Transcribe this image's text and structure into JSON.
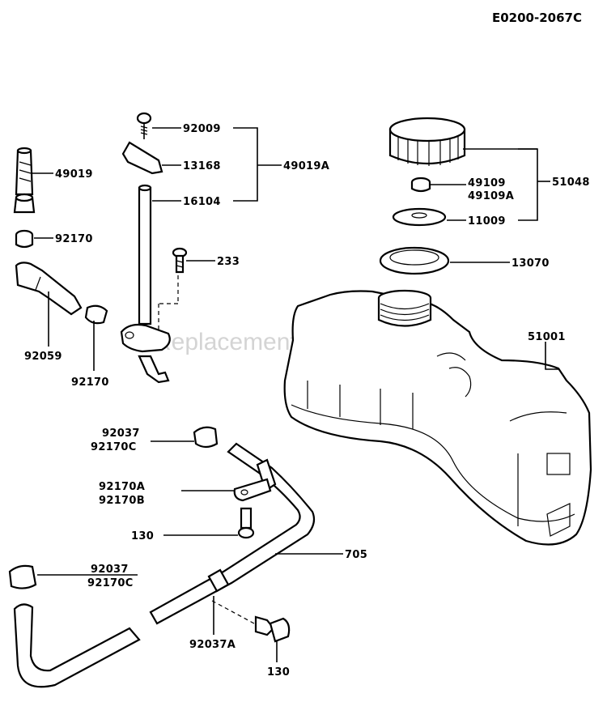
{
  "diagram_code": "E0200-2067C",
  "watermark": "ReplacementParts.com",
  "callouts": {
    "c92009": "92009",
    "c13168": "13168",
    "c49019A": "49019A",
    "c16104": "16104",
    "c49019": "49019",
    "c92170_top": "92170",
    "c233": "233",
    "c92059": "92059",
    "c92170_bottom": "92170",
    "c49109": "49109",
    "c49109A": "49109A",
    "c51048": "51048",
    "c11009": "11009",
    "c13070": "13070",
    "c51001": "51001",
    "c92037_a": "92037",
    "c92170C_a": "92170C",
    "c92170A": "92170A",
    "c92170B": "92170B",
    "c130_a": "130",
    "c705": "705",
    "c92037_b": "92037",
    "c92170C_b": "92170C",
    "c92037A": "92037A",
    "c130_b": "130"
  }
}
